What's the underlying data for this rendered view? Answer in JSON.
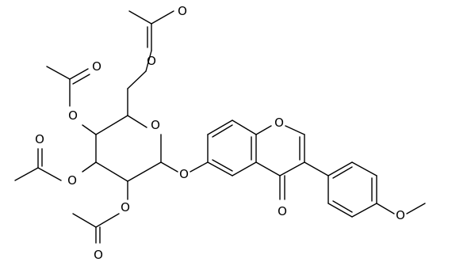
{
  "atom_labels": {
    "o_acetyl_top_carbonyl": "O",
    "o_acetyl_top_ester": "O",
    "o_acetyl_c4_carbonyl": "O",
    "o_acetyl_c4_ester": "O",
    "o_acetyl_c3_carbonyl": "O",
    "o_acetyl_c3_ester": "O",
    "o_acetyl_c2_ester": "O",
    "o_acetyl_c2_carbonyl": "O",
    "o_ring_sugar": "O",
    "o_glycosidic": "O",
    "o_chromone_ring": "O",
    "o_chromone_ketone": "O",
    "o_methoxy": "O"
  }
}
